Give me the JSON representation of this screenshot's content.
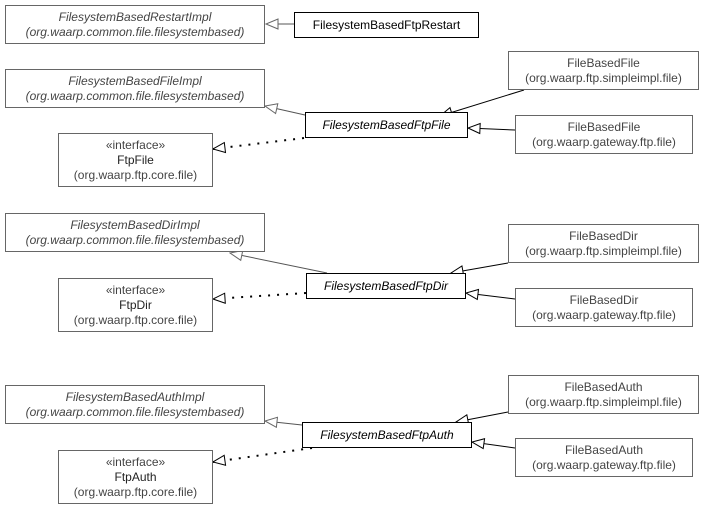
{
  "nodes": {
    "restart_impl": {
      "name": "FilesystemBasedRestartImpl",
      "pkg": "(org.waarp.common.file.filesystembased)"
    },
    "ftp_restart": {
      "name": "FilesystemBasedFtpRestart"
    },
    "file_impl": {
      "name": "FilesystemBasedFileImpl",
      "pkg": "(org.waarp.common.file.filesystembased)"
    },
    "ftp_file_iface": {
      "stereotype": "«interface»",
      "name": "FtpFile",
      "pkg": "(org.waarp.ftp.core.file)"
    },
    "ftp_file": {
      "name": "FilesystemBasedFtpFile"
    },
    "file_simple": {
      "name": "FileBasedFile",
      "pkg": "(org.waarp.ftp.simpleimpl.file)"
    },
    "file_gateway": {
      "name": "FileBasedFile",
      "pkg": "(org.waarp.gateway.ftp.file)"
    },
    "dir_impl": {
      "name": "FilesystemBasedDirImpl",
      "pkg": "(org.waarp.common.file.filesystembased)"
    },
    "ftp_dir_iface": {
      "stereotype": "«interface»",
      "name": "FtpDir",
      "pkg": "(org.waarp.ftp.core.file)"
    },
    "ftp_dir": {
      "name": "FilesystemBasedFtpDir"
    },
    "dir_simple": {
      "name": "FileBasedDir",
      "pkg": "(org.waarp.ftp.simpleimpl.file)"
    },
    "dir_gateway": {
      "name": "FileBasedDir",
      "pkg": "(org.waarp.gateway.ftp.file)"
    },
    "auth_impl": {
      "name": "FilesystemBasedAuthImpl",
      "pkg": "(org.waarp.common.file.filesystembased)"
    },
    "ftp_auth_iface": {
      "stereotype": "«interface»",
      "name": "FtpAuth",
      "pkg": "(org.waarp.ftp.core.file)"
    },
    "ftp_auth": {
      "name": "FilesystemBasedFtpAuth"
    },
    "auth_simple": {
      "name": "FileBasedAuth",
      "pkg": "(org.waarp.ftp.simpleimpl.file)"
    },
    "auth_gateway": {
      "name": "FileBasedAuth",
      "pkg": "(org.waarp.gateway.ftp.file)"
    }
  },
  "colors": {
    "line": "#000000",
    "inherit_line": "#555555",
    "border": "#666666",
    "text": "#444444"
  }
}
